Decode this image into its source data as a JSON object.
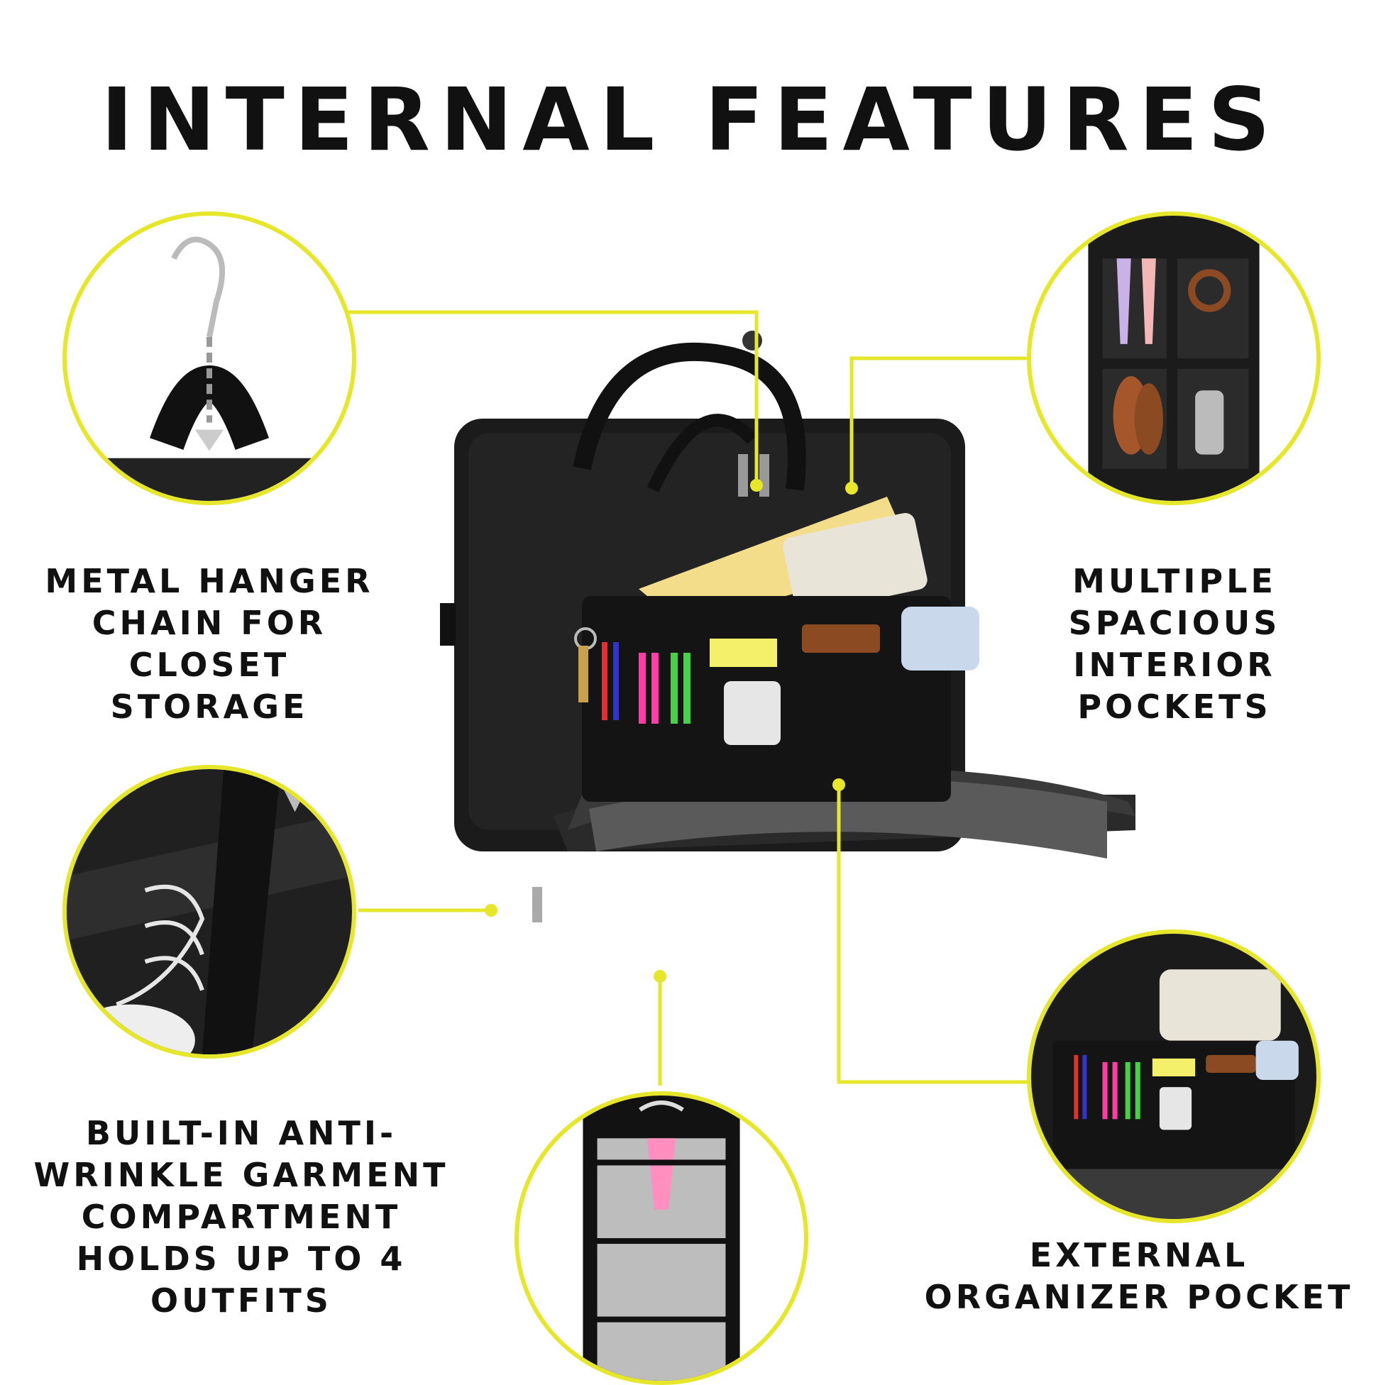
{
  "title": "INTERNAL FEATURES",
  "features": {
    "hanger": {
      "lines": [
        "METAL HANGER",
        "CHAIN FOR",
        "CLOSET",
        "STORAGE"
      ]
    },
    "pockets": {
      "lines": [
        "MULTIPLE",
        "SPACIOUS",
        "INTERIOR",
        "POCKETS"
      ]
    },
    "garment": {
      "lines": [
        "BUILT-IN ANTI-",
        "WRINKLE GARMENT",
        "COMPARTMENT",
        "HOLDS UP TO 4",
        "OUTFITS"
      ]
    },
    "organizer": {
      "lines": [
        "EXTERNAL",
        "ORGANIZER POCKET"
      ]
    }
  },
  "colors": {
    "accent": "#e6e62a",
    "text": "#111111",
    "bag": "#1b1b1b"
  }
}
